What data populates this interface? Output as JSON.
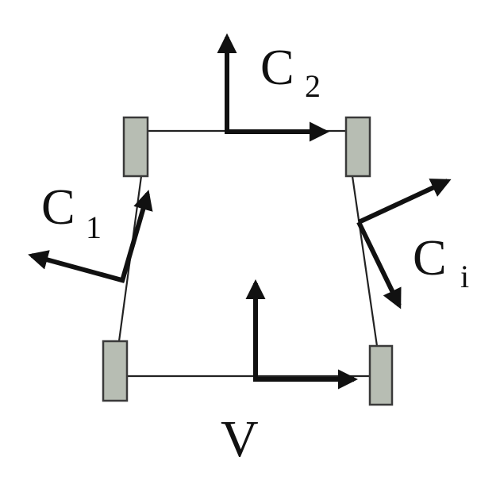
{
  "diagram": {
    "colors": {
      "ink": "#111111",
      "thin_line": "#222222",
      "block_fill": "#b7bdb3",
      "block_stroke": "#3a3a3a"
    },
    "frames": [
      {
        "id": "C2",
        "letter": "C",
        "subscript": "2"
      },
      {
        "id": "C1",
        "letter": "C",
        "subscript": "1"
      },
      {
        "id": "Ci",
        "letter": "C",
        "subscript": "i"
      },
      {
        "id": "V",
        "letter": "V",
        "subscript": ""
      }
    ]
  }
}
